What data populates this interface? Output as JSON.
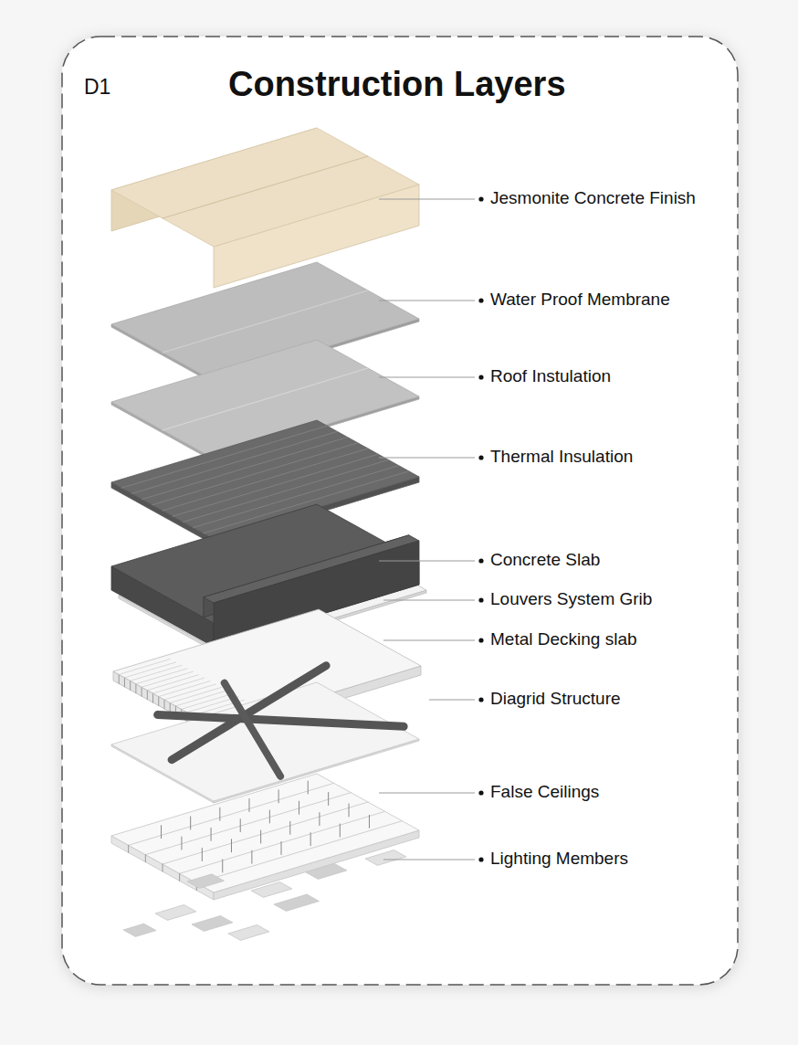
{
  "diagram": {
    "title": "Construction Layers",
    "labels": [
      "D1",
      "Jesmonite Concrete Finish",
      "Water Proof Membrane",
      "Roof Instulation",
      "Thermal Insulation",
      "Concrete Slab",
      "Louvers System Grib",
      "Metal Decking slab",
      "Diagrid Structure",
      "False Ceilings",
      "Lighting Members"
    ]
  }
}
